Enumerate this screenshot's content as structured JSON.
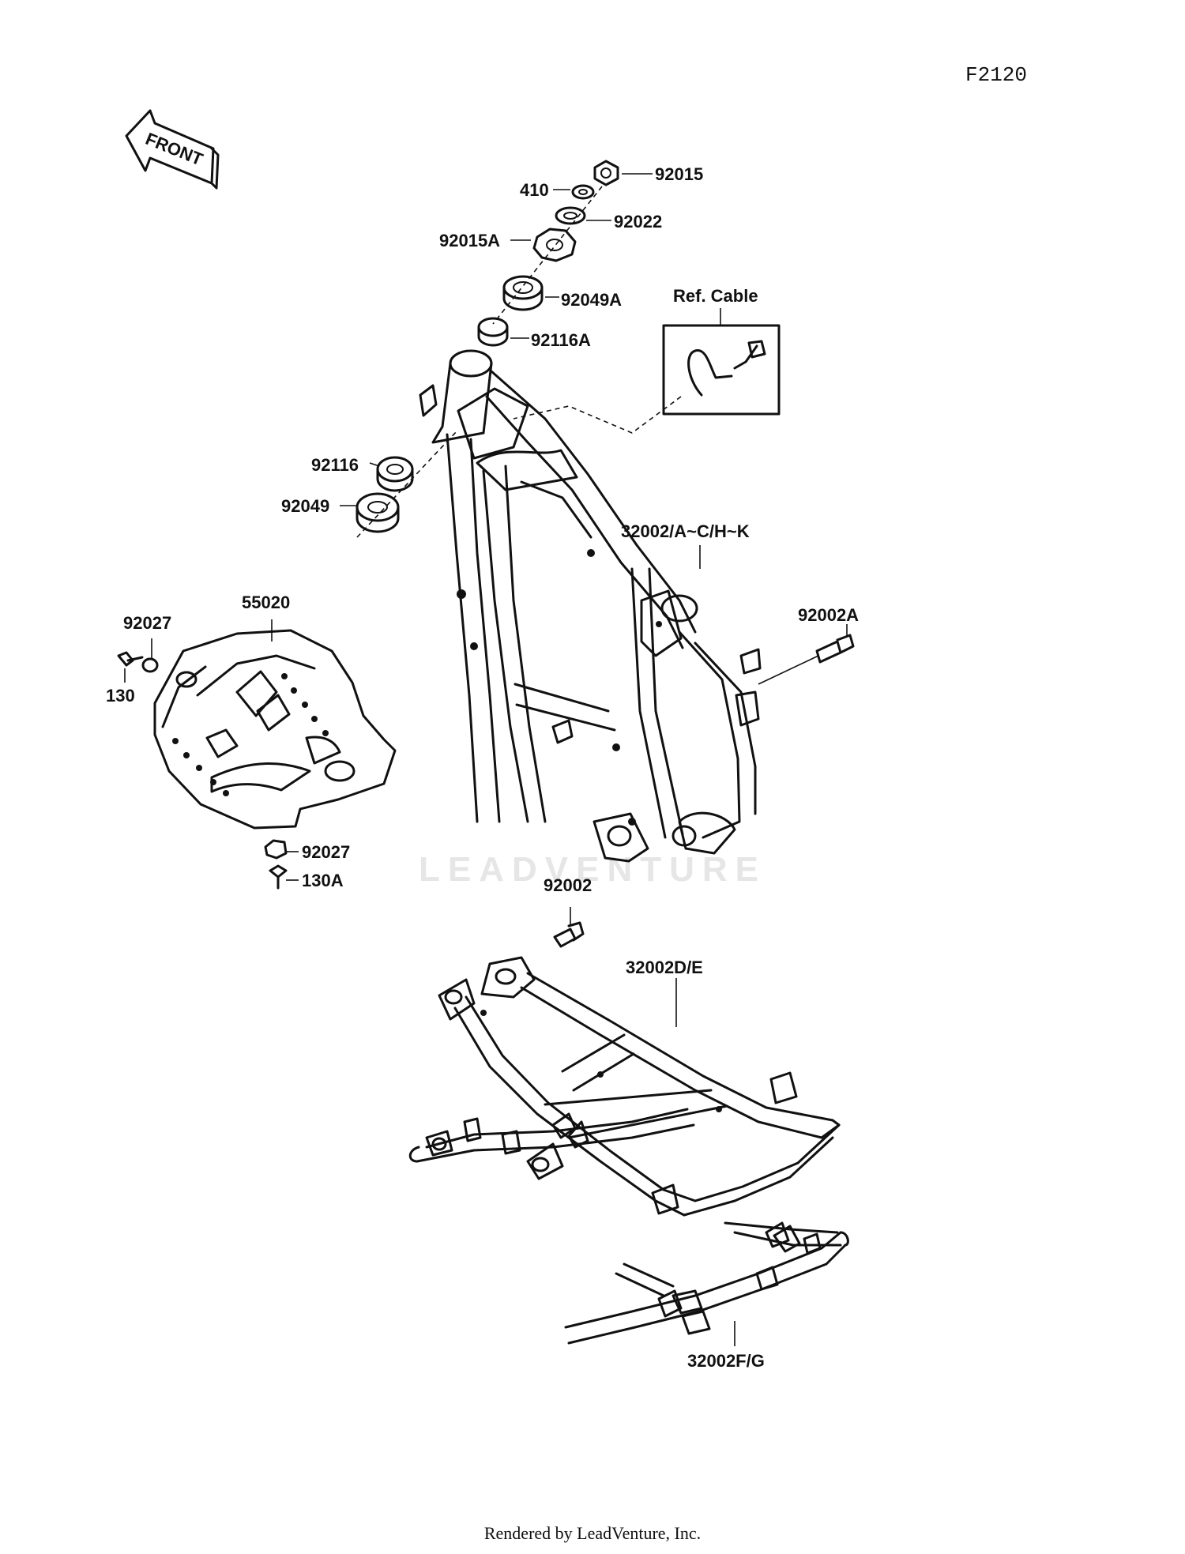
{
  "diagram": {
    "code": "F2120",
    "front_label": "FRONT",
    "ref_cable_label": "Ref. Cable",
    "watermark": "LEADVENTURE",
    "footer": "Rendered by LeadVenture, Inc."
  },
  "callouts": {
    "p92015": "92015",
    "p410": "410",
    "p92022": "92022",
    "p92015A": "92015A",
    "p92049A": "92049A",
    "p92116A": "92116A",
    "p92116": "92116",
    "p92049": "92049",
    "p32002_main": "32002/A~C/H~K",
    "p92002A": "92002A",
    "p55020": "55020",
    "p92027_top": "92027",
    "p130": "130",
    "p92027_bottom": "92027",
    "p130A": "130A",
    "p92002": "92002",
    "p32002DE": "32002D/E",
    "p32002FG": "32002F/G"
  }
}
